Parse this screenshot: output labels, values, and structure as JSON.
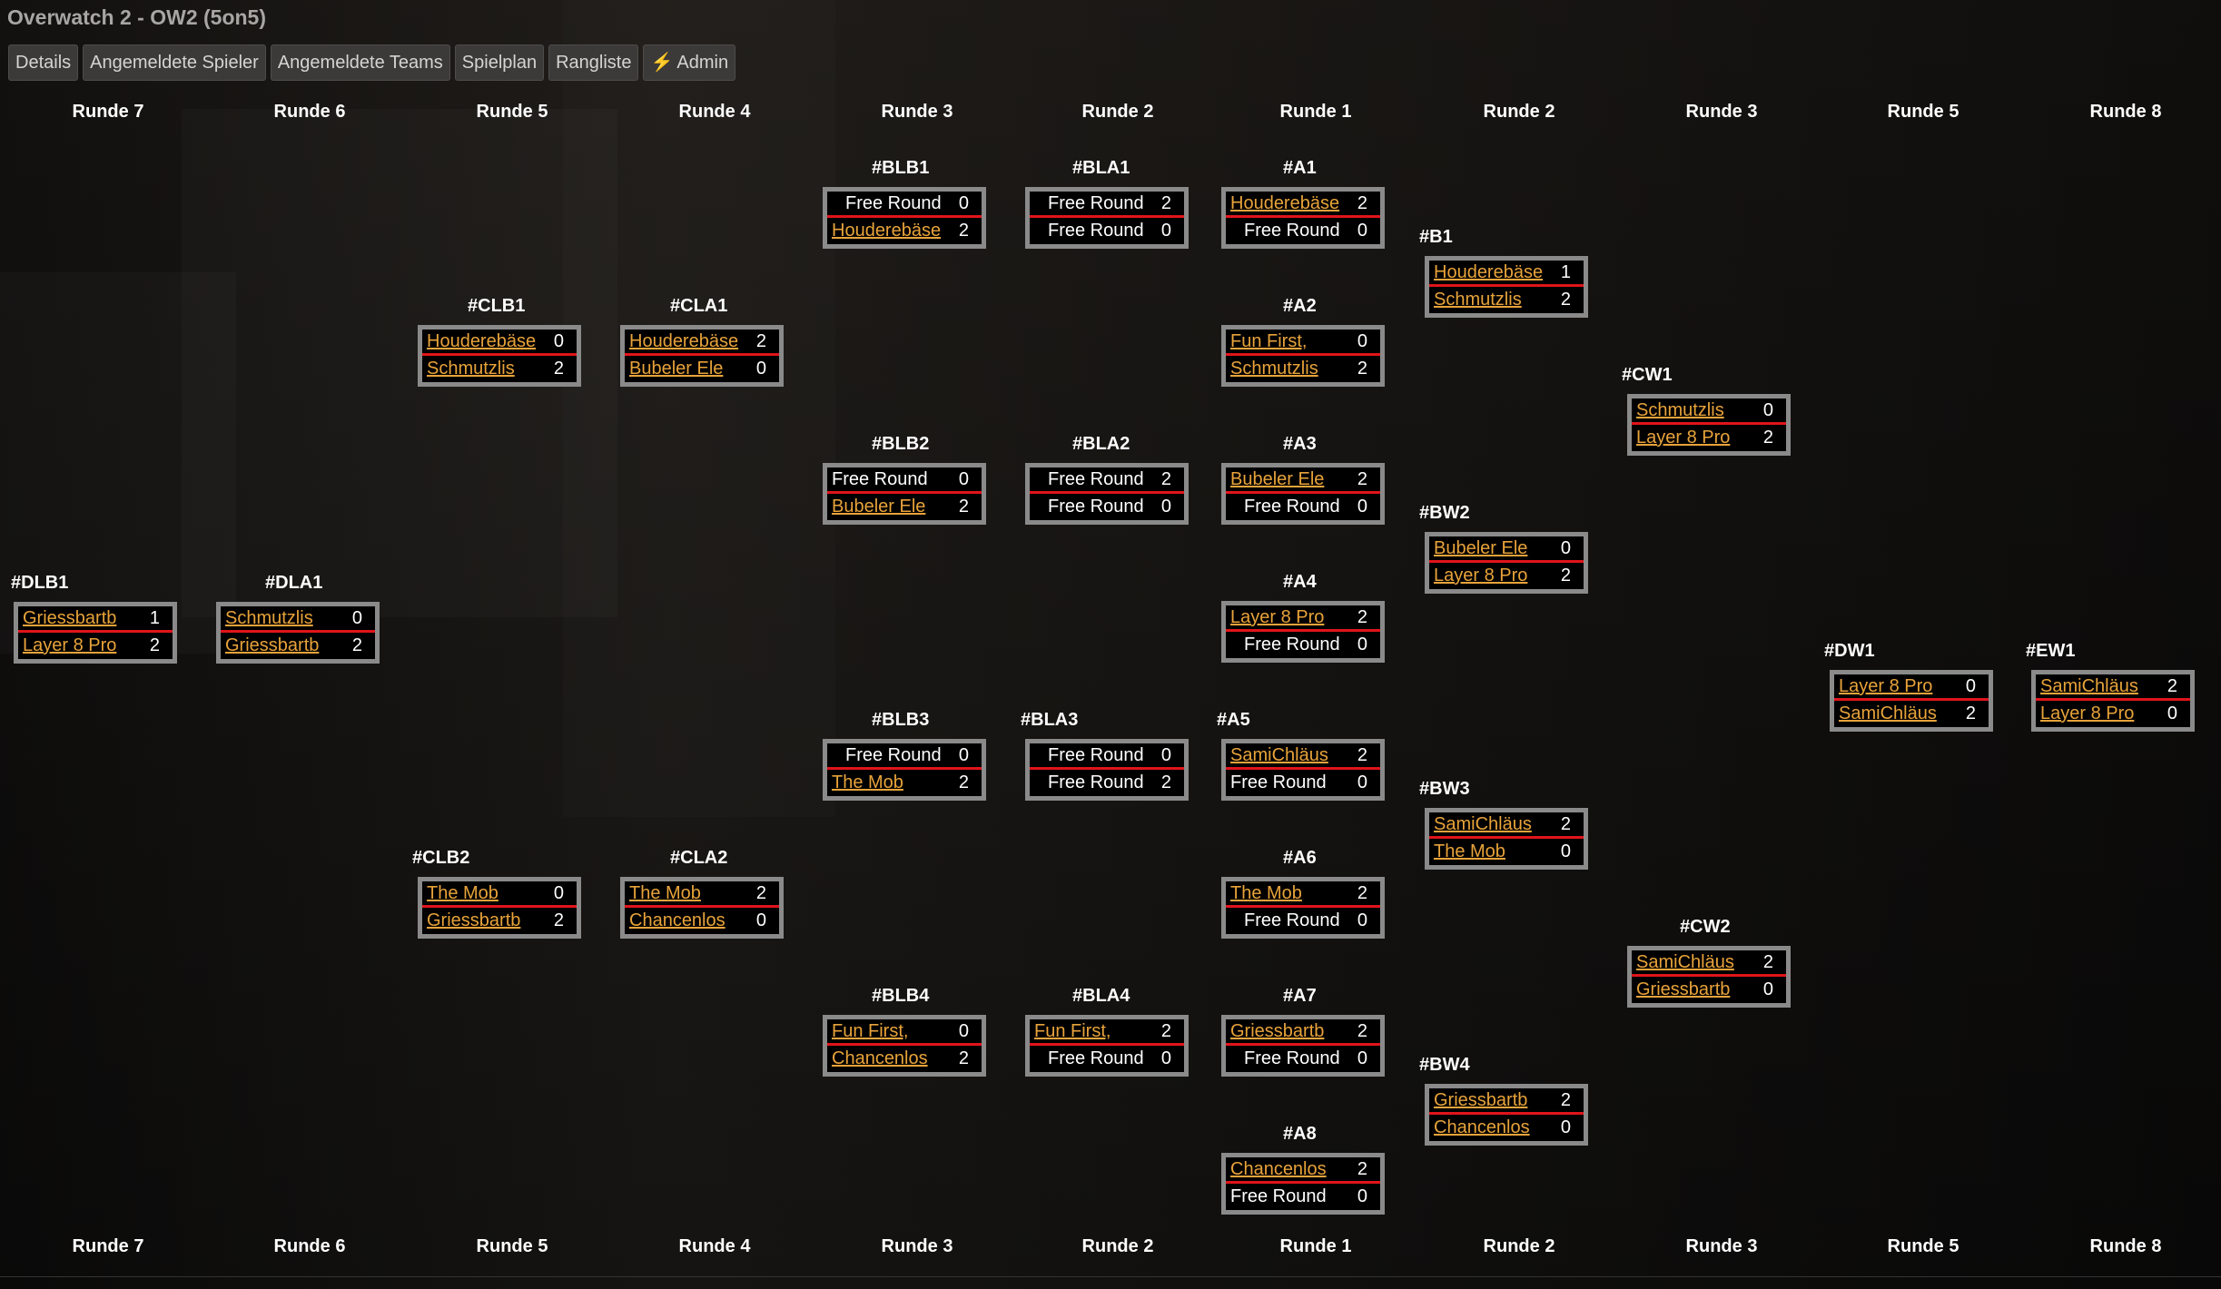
{
  "title": "Overwatch 2 - OW2 (5on5)",
  "nav": [
    {
      "label": "Details"
    },
    {
      "label": "Angemeldete Spieler"
    },
    {
      "label": "Angemeldete Teams"
    },
    {
      "label": "Spielplan"
    },
    {
      "label": "Rangliste"
    },
    {
      "label": "Admin",
      "icon": "lightning-icon"
    }
  ],
  "rounds_top": [
    "Runde 7",
    "Runde 6",
    "Runde 5",
    "Runde 4",
    "Runde 3",
    "Runde 2",
    "Runde 1",
    "Runde 2",
    "Runde 3",
    "Runde 5",
    "Runde 8"
  ],
  "rounds_bottom": [
    "Runde 7",
    "Runde 6",
    "Runde 5",
    "Runde 4",
    "Runde 3",
    "Runde 2",
    "Runde 1",
    "Runde 2",
    "Runde 3",
    "Runde 5",
    "Runde 8"
  ],
  "colors": {
    "accent_link": "#e8a33a",
    "divider": "#e0141b",
    "box_border": "#8a8a8a"
  },
  "matches": {
    "DLB1": {
      "id": "#DLB1",
      "teams": [
        {
          "name": "Griessbartb",
          "score": "1"
        },
        {
          "name": "Layer 8 Pro",
          "score": "2"
        }
      ]
    },
    "DLA1": {
      "id": "#DLA1",
      "teams": [
        {
          "name": "Schmutzlis",
          "score": "0"
        },
        {
          "name": "Griessbartb",
          "score": "2"
        }
      ]
    },
    "CLB1": {
      "id": "#CLB1",
      "teams": [
        {
          "name": "Houderebäse",
          "score": "0"
        },
        {
          "name": "Schmutzlis",
          "score": "2"
        }
      ]
    },
    "CLB2": {
      "id": "#CLB2",
      "teams": [
        {
          "name": "The Mob",
          "score": "0"
        },
        {
          "name": "Griessbartb",
          "score": "2"
        }
      ]
    },
    "CLA1": {
      "id": "#CLA1",
      "teams": [
        {
          "name": "Houderebäse",
          "score": "2"
        },
        {
          "name": "Bubeler Ele",
          "score": "0"
        }
      ]
    },
    "CLA2": {
      "id": "#CLA2",
      "teams": [
        {
          "name": "The Mob",
          "score": "2"
        },
        {
          "name": "Chancenlos",
          "score": "0"
        }
      ]
    },
    "BLB1": {
      "id": "#BLB1",
      "teams": [
        {
          "name": "Free Round",
          "score": "0",
          "free": true,
          "center": true
        },
        {
          "name": "Houderebäse",
          "score": "2"
        }
      ]
    },
    "BLB2": {
      "id": "#BLB2",
      "teams": [
        {
          "name": "Free Round",
          "score": "0",
          "free": true
        },
        {
          "name": "Bubeler Ele",
          "score": "2"
        }
      ]
    },
    "BLB3": {
      "id": "#BLB3",
      "teams": [
        {
          "name": "Free Round",
          "score": "0",
          "free": true,
          "center": true
        },
        {
          "name": "The Mob",
          "score": "2"
        }
      ]
    },
    "BLB4": {
      "id": "#BLB4",
      "teams": [
        {
          "name": "Fun First,",
          "score": "0"
        },
        {
          "name": "Chancenlos",
          "score": "2"
        }
      ]
    },
    "BLA1": {
      "id": "#BLA1",
      "teams": [
        {
          "name": "Free Round",
          "score": "2",
          "free": true,
          "center": true
        },
        {
          "name": "Free Round",
          "score": "0",
          "free": true,
          "center": true
        }
      ]
    },
    "BLA2": {
      "id": "#BLA2",
      "teams": [
        {
          "name": "Free Round",
          "score": "2",
          "free": true,
          "center": true
        },
        {
          "name": "Free Round",
          "score": "0",
          "free": true,
          "center": true
        }
      ]
    },
    "BLA3": {
      "id": "#BLA3",
      "teams": [
        {
          "name": "Free Round",
          "score": "0",
          "free": true,
          "center": true
        },
        {
          "name": "Free Round",
          "score": "2",
          "free": true,
          "center": true
        }
      ]
    },
    "BLA4": {
      "id": "#BLA4",
      "teams": [
        {
          "name": "Fun First,",
          "score": "2"
        },
        {
          "name": "Free Round",
          "score": "0",
          "free": true,
          "center": true
        }
      ]
    },
    "A1": {
      "id": "#A1",
      "teams": [
        {
          "name": "Houderebäse",
          "score": "2"
        },
        {
          "name": "Free Round",
          "score": "0",
          "free": true,
          "center": true
        }
      ]
    },
    "A2": {
      "id": "#A2",
      "teams": [
        {
          "name": "Fun First,",
          "score": "0"
        },
        {
          "name": "Schmutzlis",
          "score": "2"
        }
      ]
    },
    "A3": {
      "id": "#A3",
      "teams": [
        {
          "name": "Bubeler Ele",
          "score": "2"
        },
        {
          "name": "Free Round",
          "score": "0",
          "free": true,
          "center": true
        }
      ]
    },
    "A4": {
      "id": "#A4",
      "teams": [
        {
          "name": "Layer 8 Pro",
          "score": "2"
        },
        {
          "name": "Free Round",
          "score": "0",
          "free": true,
          "center": true
        }
      ]
    },
    "A5": {
      "id": "#A5",
      "teams": [
        {
          "name": "SamiChläus",
          "score": "2"
        },
        {
          "name": "Free Round",
          "score": "0",
          "free": true
        }
      ]
    },
    "A6": {
      "id": "#A6",
      "teams": [
        {
          "name": "The Mob",
          "score": "2"
        },
        {
          "name": "Free Round",
          "score": "0",
          "free": true,
          "center": true
        }
      ]
    },
    "A7": {
      "id": "#A7",
      "teams": [
        {
          "name": "Griessbartb",
          "score": "2"
        },
        {
          "name": "Free Round",
          "score": "0",
          "free": true,
          "center": true
        }
      ]
    },
    "A8": {
      "id": "#A8",
      "teams": [
        {
          "name": "Chancenlos",
          "score": "2"
        },
        {
          "name": "Free Round",
          "score": "0",
          "free": true
        }
      ]
    },
    "B1": {
      "id": "#B1",
      "teams": [
        {
          "name": "Houderebäse",
          "score": "1"
        },
        {
          "name": "Schmutzlis",
          "score": "2"
        }
      ]
    },
    "BW2": {
      "id": "#BW2",
      "teams": [
        {
          "name": "Bubeler Ele",
          "score": "0"
        },
        {
          "name": "Layer 8 Pro",
          "score": "2"
        }
      ]
    },
    "BW3": {
      "id": "#BW3",
      "teams": [
        {
          "name": "SamiChläus",
          "score": "2"
        },
        {
          "name": "The Mob",
          "score": "0"
        }
      ]
    },
    "BW4": {
      "id": "#BW4",
      "teams": [
        {
          "name": "Griessbartb",
          "score": "2"
        },
        {
          "name": "Chancenlos",
          "score": "0"
        }
      ]
    },
    "CW1": {
      "id": "#CW1",
      "teams": [
        {
          "name": "Schmutzlis",
          "score": "0"
        },
        {
          "name": "Layer 8 Pro",
          "score": "2"
        }
      ]
    },
    "CW2": {
      "id": "#CW2",
      "teams": [
        {
          "name": "SamiChläus",
          "score": "2"
        },
        {
          "name": "Griessbartb",
          "score": "0"
        }
      ]
    },
    "DW1": {
      "id": "#DW1",
      "teams": [
        {
          "name": "Layer 8 Pro",
          "score": "0"
        },
        {
          "name": "SamiChläus",
          "score": "2"
        }
      ]
    },
    "EW1": {
      "id": "#EW1",
      "teams": [
        {
          "name": "SamiChläus",
          "score": "2"
        },
        {
          "name": "Layer 8 Pro",
          "score": "0"
        }
      ]
    }
  }
}
